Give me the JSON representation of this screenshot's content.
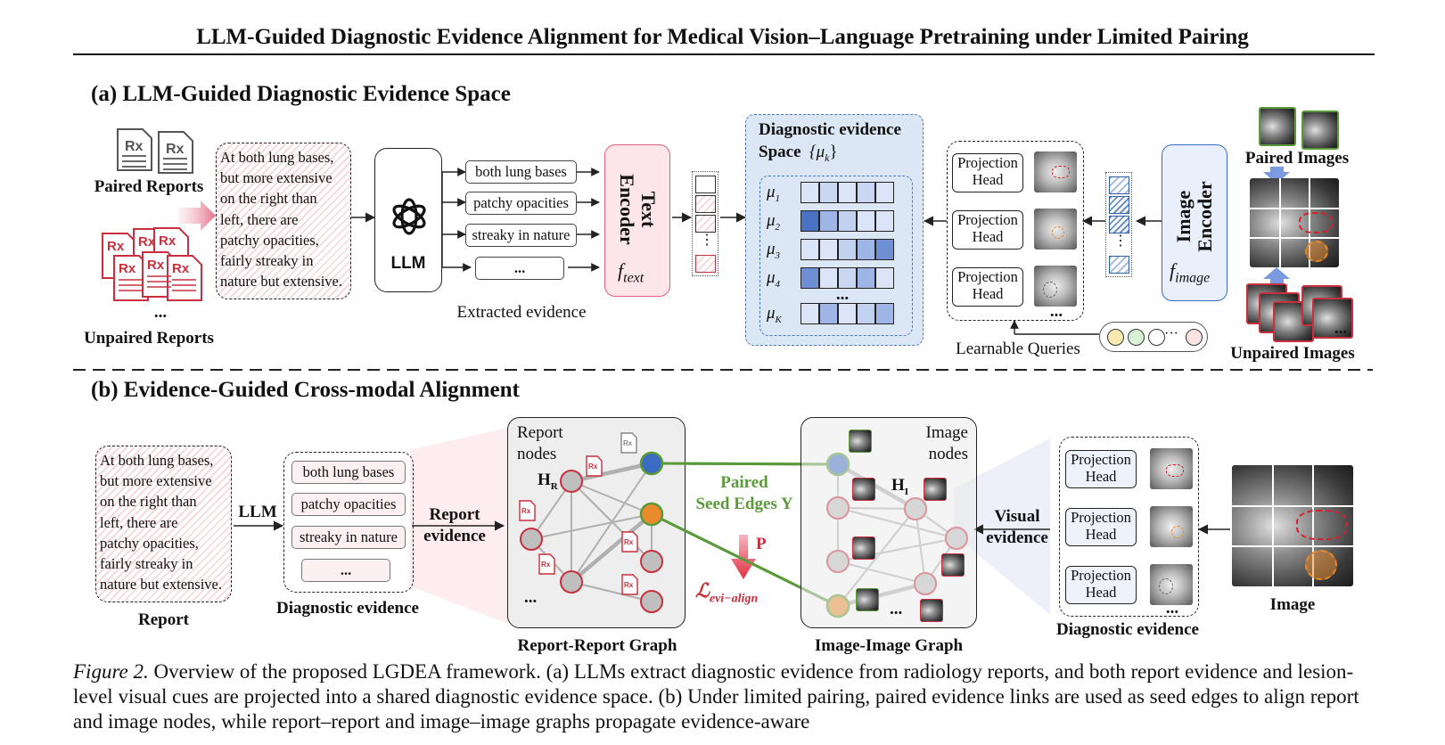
{
  "title": "LLM-Guided Diagnostic Evidence Alignment for Medical Vision–Language Pretraining under Limited Pairing",
  "panel_a": {
    "heading": "(a) LLM-Guided Diagnostic Evidence Space",
    "paired_reports": "Paired Reports",
    "unpaired_reports": "Unpaired  Reports",
    "ellipsis": "...",
    "report_text": [
      "At both lung bases,",
      "but more extensive",
      "on the right than",
      "left, there are",
      "patchy opacities,",
      "fairly streaky in",
      "nature but extensive."
    ],
    "llm": "LLM",
    "evidence": [
      "both lung bases",
      "patchy opacities",
      "streaky in nature",
      "..."
    ],
    "extracted_evidence": "Extracted evidence",
    "text_encoder": [
      "Text",
      "Encoder"
    ],
    "f_text": "f",
    "f_text_sub": "text",
    "space_title_1": "Diagnostic evidence",
    "space_title_2": "Space",
    "space_symbol": "{μ",
    "space_symbol_sub": "k",
    "space_symbol_end": "}",
    "mu": [
      "μ",
      "μ",
      "μ",
      "μ",
      "μ"
    ],
    "mu_sub": [
      "1",
      "2",
      "3",
      "4",
      "K"
    ],
    "mu_dots": "...",
    "projection_head": [
      "Projection",
      "Head"
    ],
    "learnable_queries": "Learnable Queries",
    "image_encoder": [
      "Image",
      "Encoder"
    ],
    "f_image": "f",
    "f_image_sub": "image",
    "paired_images": "Paired Images",
    "unpaired_images": "Unpaired Images",
    "queries_dots": "···"
  },
  "panel_b": {
    "heading": "(b) Evidence-Guided Cross-modal Alignment",
    "report_text": [
      "At both lung bases,",
      "but more extensive",
      "on the right than",
      "left, there are",
      "patchy opacities,",
      "fairly streaky in",
      "nature but extensive."
    ],
    "report": "Report",
    "llm": "LLM",
    "evidence": [
      "both lung bases",
      "patchy opacities",
      "streaky in nature",
      "..."
    ],
    "diagnostic_evidence": "Diagnostic evidence",
    "report_evidence": [
      "Report",
      "evidence"
    ],
    "report_nodes": [
      "Report",
      "nodes"
    ],
    "h_r": "H",
    "h_r_sub": "R",
    "report_graph": "Report-Report Graph",
    "paired_seed": [
      "Paired",
      "Seed Edges Y"
    ],
    "p": "P",
    "loss": "ℒ",
    "loss_sub": "evi−align",
    "image_nodes": [
      "Image",
      "nodes"
    ],
    "h_i": "H",
    "h_i_sub": "I",
    "image_graph": "Image-Image Graph",
    "visual_evidence": [
      "Visual",
      "evidence"
    ],
    "projection_head": [
      "Projection",
      "Head"
    ],
    "image": "Image",
    "graph_dots": "..."
  },
  "caption": {
    "label": "Figure 2.",
    "text": " Overview of the proposed LGDEA framework. (a) LLMs extract diagnostic evidence from radiology reports, and both report evidence and lesion-level visual cues are projected into a shared diagnostic evidence space. (b) Under limited pairing, paired evidence links are used as seed edges to align report and image nodes, while report–report and image–image graphs propagate evidence-aware"
  },
  "colors": {
    "pink": "#e0607a",
    "blue": "#2f5fa8",
    "orange": "#e98a2c",
    "green": "#5a9a3a",
    "red": "#d4202e"
  }
}
